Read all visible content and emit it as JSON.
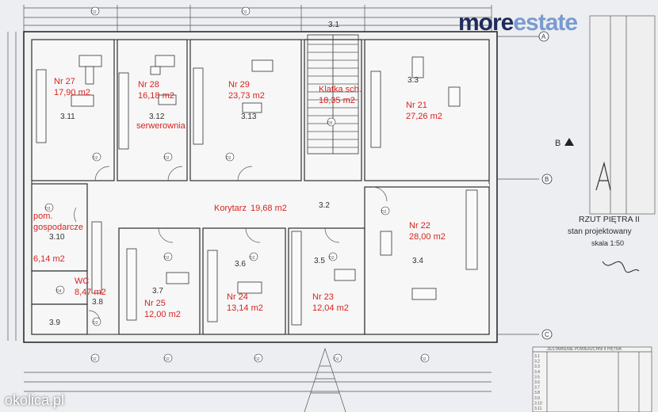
{
  "brand": {
    "part1": "more",
    "part2": "estate"
  },
  "watermark": "okolica.pl",
  "plan": {
    "title": "RZUT PIĘTRA II",
    "subtitle": "stan projektowany",
    "scale": "skala 1:50",
    "axes": {
      "a": "A",
      "b": "B",
      "c": "C",
      "b_arrow": "B"
    },
    "table_title": "ZESTAWIENIE POWIERZCHNI II PIĘTRA"
  },
  "rooms": [
    {
      "nr": "Nr 27",
      "area": "17,90 m2",
      "code": "3.11"
    },
    {
      "nr": "Nr 28",
      "area": "16,18 m2",
      "code": "3.12",
      "note": "serwerownia"
    },
    {
      "nr": "Nr 29",
      "area": "23,73 m2",
      "code": "3.13"
    },
    {
      "nr": "Klatka sch.",
      "area": "18,35 m2",
      "code": "3.1"
    },
    {
      "nr": "Nr 21",
      "area": "27,26 m2",
      "code": "3.3"
    },
    {
      "nr": "Korytarz",
      "area": "19,68 m2",
      "code": "3.2"
    },
    {
      "nr": "pom.",
      "nr2": "gospodarcze",
      "area": "6,14 m2",
      "code": "3.10"
    },
    {
      "nr": "Nr 22",
      "area": "28,00 m2",
      "code": "3.4"
    },
    {
      "nr": "WC",
      "area": "8,47 m2",
      "code": "3.8"
    },
    {
      "nr": "Nr 25",
      "area": "12,00 m2",
      "code": "3.7"
    },
    {
      "nr": "Nr 24",
      "area": "13,14 m2",
      "code": "3.6"
    },
    {
      "nr": "Nr 23",
      "area": "12,04 m2",
      "code": "3.5"
    },
    {
      "code": "3.9"
    }
  ],
  "markers": {
    "d2": "D2",
    "d3": "D3",
    "d4": "D4",
    "o2": "O2",
    "d5": "D5"
  },
  "legend_rows": [
    "3.1",
    "3.2",
    "3.3",
    "3.4",
    "3.5",
    "3.6",
    "3.7",
    "3.8",
    "3.9",
    "3.10",
    "3.11"
  ]
}
